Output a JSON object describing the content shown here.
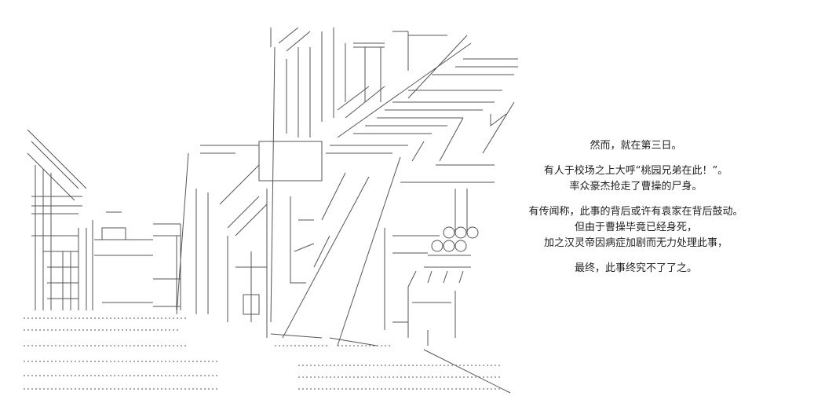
{
  "scene": {
    "illustration": "ascii-art-street-scene"
  },
  "caption": {
    "lines": [
      "然而，就在第三日。",
      "有人于校场之上大呼“桃园兄弟在此！”。",
      "率众豪杰抢走了曹操的尸身。",
      "有传闻称，此事的背后或许有袁家在背后鼓动。",
      "但由于曹操毕竟已经身死，",
      "加之汉灵帝因病症加剧而无力处理此事，",
      "最终，此事终究不了了之。"
    ]
  },
  "colors": {
    "background": "#ffffff",
    "ink": "#222222",
    "art": "#555555"
  }
}
